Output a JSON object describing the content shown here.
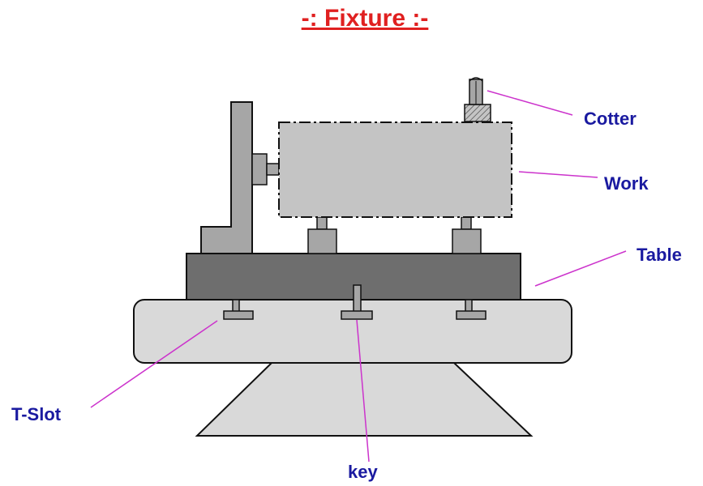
{
  "title": "-: Fixture :-",
  "labels": {
    "cotter": "Cotter",
    "work": "Work",
    "table": "Table",
    "t_slot": "T-Slot",
    "key": "key"
  },
  "colors": {
    "title": "#e02020",
    "label": "#1a1aa0",
    "leader": "#cc33cc",
    "outline": "#111111",
    "work_fill": "#c4c4c4",
    "fixture_fill": "#a6a6a6",
    "table_fill": "#6e6e6e",
    "base_fill": "#d9d9d9"
  }
}
